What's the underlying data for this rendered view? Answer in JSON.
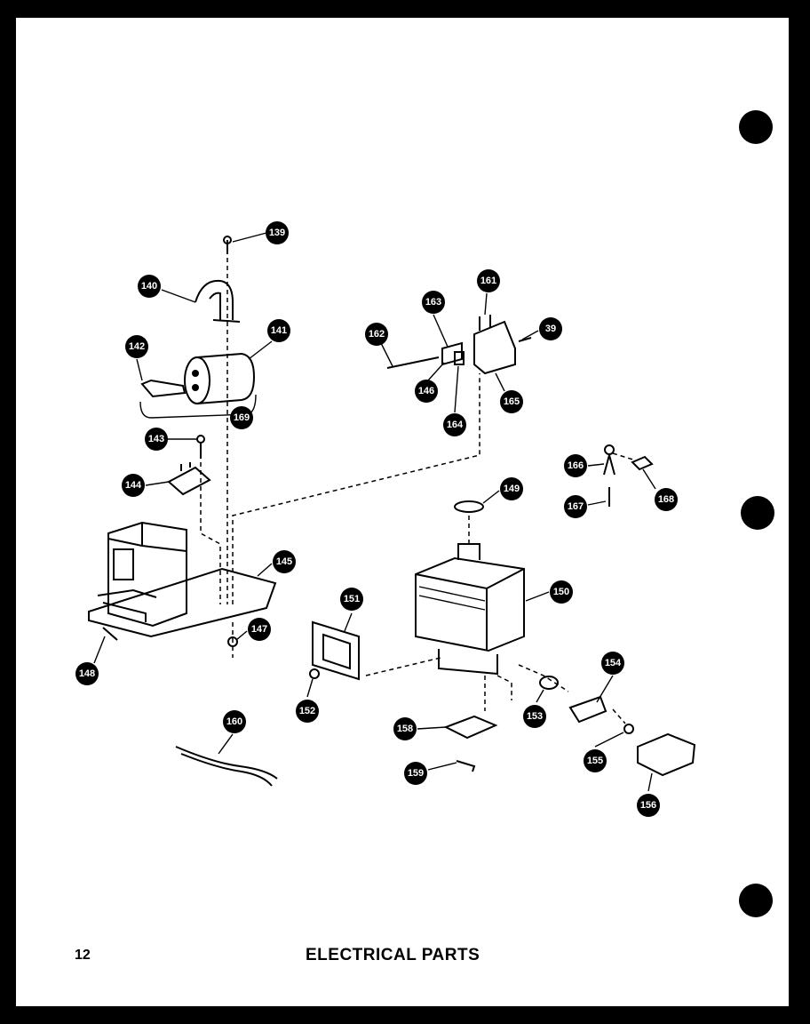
{
  "page": {
    "number": "12",
    "title": "ELECTRICAL PARTS"
  },
  "callouts": [
    {
      "id": "c139",
      "label": "139"
    },
    {
      "id": "c140",
      "label": "140"
    },
    {
      "id": "c141",
      "label": "141"
    },
    {
      "id": "c142",
      "label": "142"
    },
    {
      "id": "c169",
      "label": "169"
    },
    {
      "id": "c143",
      "label": "143"
    },
    {
      "id": "c144",
      "label": "144"
    },
    {
      "id": "c145",
      "label": "145"
    },
    {
      "id": "c147",
      "label": "147"
    },
    {
      "id": "c148a",
      "label": "148"
    },
    {
      "id": "c163",
      "label": "163"
    },
    {
      "id": "c161",
      "label": "161"
    },
    {
      "id": "c39",
      "label": "39"
    },
    {
      "id": "c162",
      "label": "162"
    },
    {
      "id": "c146",
      "label": "146"
    },
    {
      "id": "c164",
      "label": "164"
    },
    {
      "id": "c165",
      "label": "165"
    },
    {
      "id": "c166",
      "label": "166"
    },
    {
      "id": "c168",
      "label": "168"
    },
    {
      "id": "c167",
      "label": "167"
    },
    {
      "id": "c149",
      "label": "149"
    },
    {
      "id": "c150",
      "label": "150"
    },
    {
      "id": "c151",
      "label": "151"
    },
    {
      "id": "c152",
      "label": "152"
    },
    {
      "id": "c153",
      "label": "153"
    },
    {
      "id": "c154",
      "label": "154"
    },
    {
      "id": "c155",
      "label": "155"
    },
    {
      "id": "c156",
      "label": "156"
    },
    {
      "id": "c158",
      "label": "158"
    },
    {
      "id": "c159",
      "label": "159"
    },
    {
      "id": "c160",
      "label": "160"
    }
  ]
}
